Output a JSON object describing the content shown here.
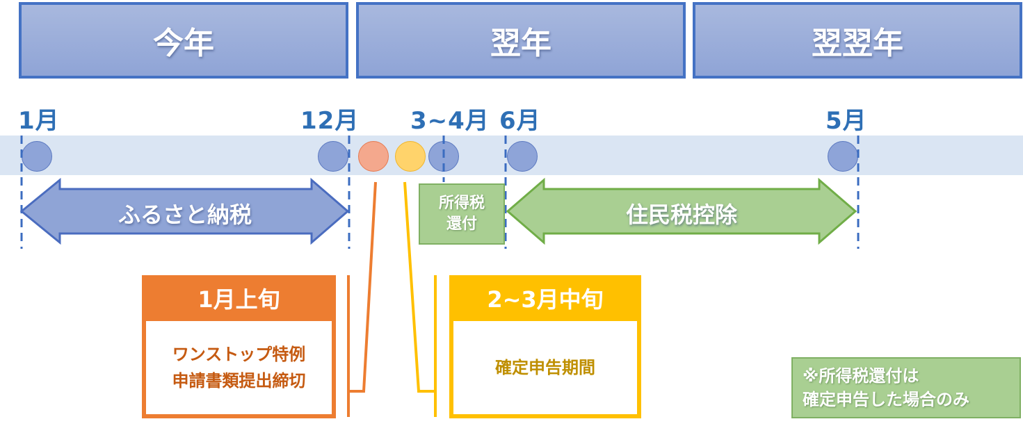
{
  "years": {
    "this_year": "今年",
    "next_year": "翌年",
    "year_after_next": "翌翌年"
  },
  "months": {
    "jan": "1月",
    "dec": "12月",
    "mar_apr": "3~4月",
    "jun": "6月",
    "may": "5月"
  },
  "arrows": {
    "furusato": "ふるさと納税",
    "resident_tax": "住民税控除"
  },
  "refund_box": {
    "line1": "所得税",
    "line2": "還付"
  },
  "callouts": {
    "onestop": {
      "header": "1月上旬",
      "line1": "ワンストップ特例",
      "line2": "申請書類提出締切"
    },
    "kakutei": {
      "header": "2~3月中旬",
      "line1": "確定申告期間"
    }
  },
  "note": {
    "line1": "※所得税還付は",
    "line2": "確定申告した場合のみ"
  },
  "colors": {
    "blue": "#4472c4",
    "orange": "#ed7d31",
    "yellow": "#ffc000",
    "green": "#70ad47"
  }
}
